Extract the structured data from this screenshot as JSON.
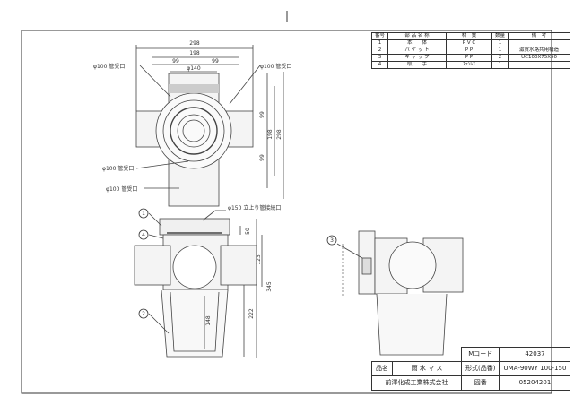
{
  "parts_table": {
    "headers": [
      "番号",
      "部 品 名 称",
      "材　質",
      "数量",
      "備　考"
    ],
    "rows": [
      [
        "1",
        "本　　体",
        "P V C",
        "1",
        ""
      ],
      [
        "2",
        "バ ケ ッ ト",
        "P P",
        "1",
        "滋賀水路共用構造"
      ],
      [
        "3",
        "キ ャ ッ プ",
        "P P",
        "2",
        "UC100X75X50"
      ],
      [
        "4",
        "取　　手",
        "ｽﾃﾝﾚｽ",
        "1",
        ""
      ]
    ]
  },
  "title_block": {
    "mcode_label": "Mコード",
    "mcode_value": "42037",
    "name_label": "品名",
    "name_value": "雨 水 マ ス",
    "model_label": "形式(品番)",
    "model_value": "UMA-90WY 100-150",
    "company": "前澤化成工業株式会社",
    "drawing_no_label": "図番",
    "drawing_no_value": "05204201"
  },
  "dimensions": {
    "d298_top": "298",
    "d198_top": "198",
    "d99_left": "99",
    "d99_right": "99",
    "phi140": "φ140",
    "phi100_pipe_tl": "φ100 管受口",
    "phi100_pipe_tr": "φ100 管受口",
    "phi100_pipe_bl": "φ100 管受口",
    "phi100_pipe_b": "φ100 管受口",
    "d99_v_top": "99",
    "d198_v": "198",
    "d298_v": "298",
    "d99_v_bot": "99",
    "phi150": "φ150 立上り管接続口",
    "d50": "50",
    "d123": "123",
    "d345": "345",
    "d222": "222",
    "d148": "148"
  },
  "callouts": [
    "1",
    "2",
    "3",
    "4"
  ]
}
